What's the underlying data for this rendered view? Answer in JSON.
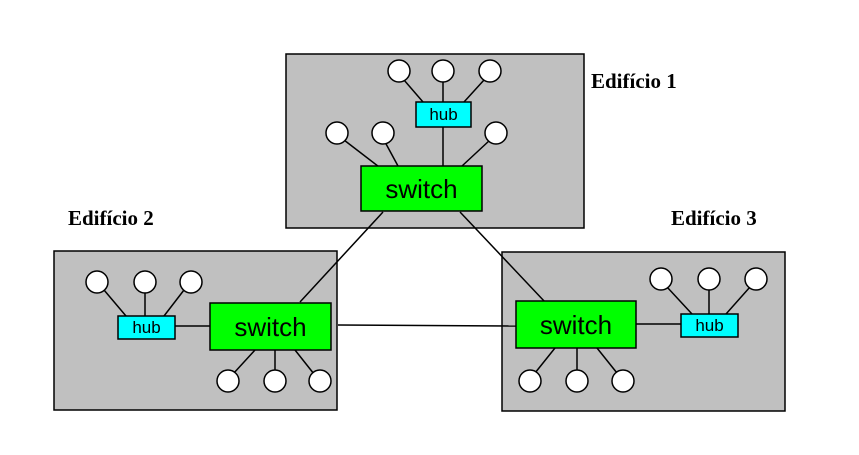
{
  "buildings": [
    {
      "label": "Edifício 1",
      "switch_label": "switch",
      "hub_label": "hub"
    },
    {
      "label": "Edifício 2",
      "switch_label": "switch",
      "hub_label": "hub"
    },
    {
      "label": "Edifício 3",
      "switch_label": "switch",
      "hub_label": "hub"
    }
  ],
  "colors": {
    "building_fill": "#c0c0c0",
    "switch_fill": "#00ff00",
    "hub_fill": "#00ffff",
    "host_fill": "#ffffff"
  },
  "icons": {
    "host": "host-circle-icon",
    "switch": "switch-box",
    "hub": "hub-box"
  }
}
